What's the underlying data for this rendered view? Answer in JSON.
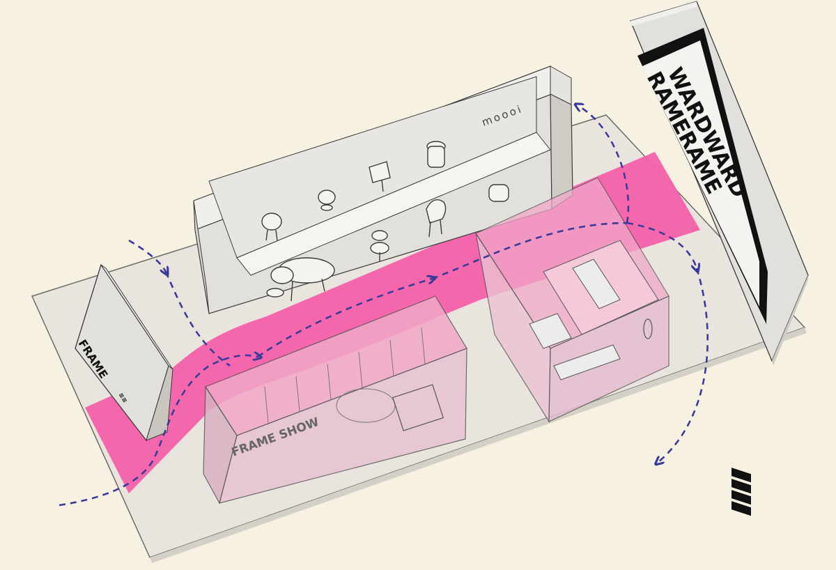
{
  "labels": {
    "moooi": "moooi",
    "frame_sign": "FRAME",
    "frame_sign_small": "≡≡",
    "frame_show": "FRAME SHOW",
    "wall_line1": "RAMERAME",
    "wall_line2": "WARDWARD"
  },
  "colors": {
    "background": "#f6f1e1",
    "floor": "#e9e4dd",
    "wall": "#e2e0dc",
    "wall_top": "#f0efec",
    "wall_side": "#cfccc6",
    "stroke": "#3a3a3a",
    "path_pink": "#f560aa",
    "glass_pink": "#f2a8c8",
    "arrow_blue": "#3a3a9a"
  },
  "icons": [
    "chair-icon",
    "stool-icon",
    "lamp-icon",
    "table-icon",
    "pig-icon",
    "armchair-icon",
    "sofa-icon",
    "bathtub-icon"
  ]
}
